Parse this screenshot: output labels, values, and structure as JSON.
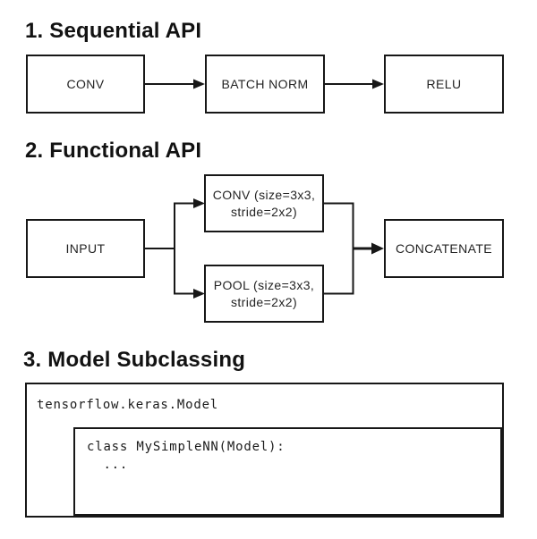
{
  "colors": {
    "background": "#ffffff",
    "line": "#171717",
    "text": "#1c1c1c"
  },
  "sections": {
    "sequential": {
      "title": "1. Sequential API",
      "conv": "CONV",
      "batch_norm": "BATCH NORM",
      "relu": "RELU"
    },
    "functional": {
      "title": "2. Functional API",
      "input": "INPUT",
      "conv": "CONV (size=3x3,\nstride=2x2)",
      "pool": "POOL (size=3x3,\nstride=2x2)",
      "concatenate": "CONCATENATE"
    },
    "subclassing": {
      "title": "3. Model Subclassing",
      "base_class": "tensorflow.keras.Model",
      "code": "class MySimpleNN(Model):\n  ..."
    }
  }
}
